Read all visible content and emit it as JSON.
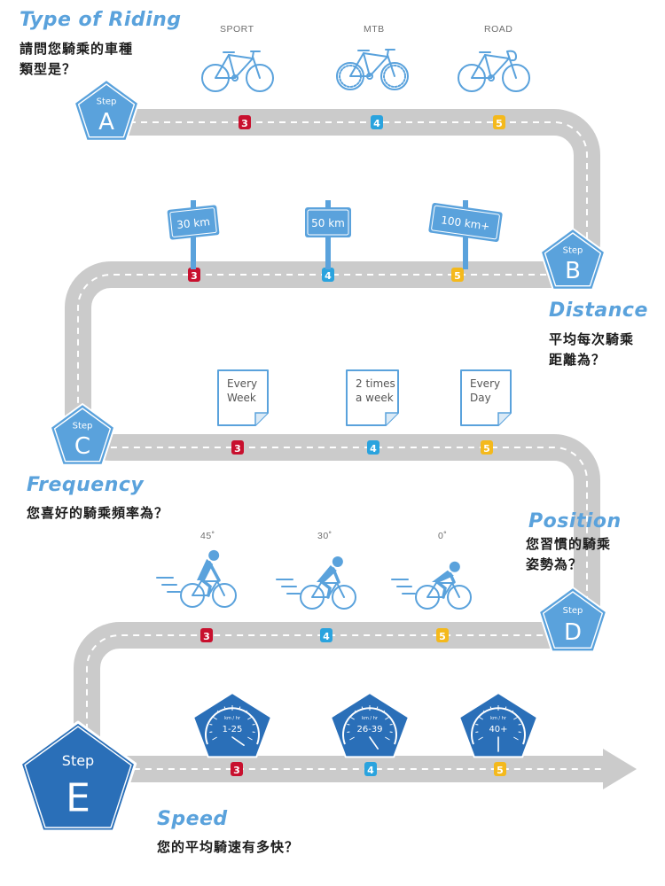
{
  "colors": {
    "accent": "#5aa2dc",
    "badge_navy": "#2a6fb8",
    "road": "#cbcbcb",
    "red_badge": "#c8102e",
    "blue_badge": "#2aa3de",
    "yellow_badge": "#f4b91c",
    "text": "#1c1c1c"
  },
  "steps": [
    {
      "id": "A",
      "step_label": "Step",
      "letter": "A",
      "heading": "Type of Riding",
      "question": [
        "請問您騎乘的車種",
        "類型是？"
      ]
    },
    {
      "id": "B",
      "step_label": "Step",
      "letter": "B",
      "heading": "Distance",
      "question": [
        "平均每次騎乘",
        "距離為？"
      ]
    },
    {
      "id": "C",
      "step_label": "Step",
      "letter": "C",
      "heading": "Frequency",
      "question": [
        "您喜好的騎乘頻率為？"
      ]
    },
    {
      "id": "D",
      "step_label": "Step",
      "letter": "D",
      "heading": "Position",
      "question": [
        "您習慣的騎乘",
        "姿勢為？"
      ]
    },
    {
      "id": "E",
      "step_label": "Step",
      "letter": "E",
      "heading": "Speed",
      "question": [
        "您的平均騎速有多快？"
      ]
    }
  ],
  "rows": {
    "A": {
      "options": [
        {
          "label": "SPORT",
          "icon": "sport-bike-icon"
        },
        {
          "label": "MTB",
          "icon": "mountain-bike-icon"
        },
        {
          "label": "ROAD",
          "icon": "road-bike-icon"
        }
      ],
      "scores": [
        "3",
        "4",
        "5"
      ]
    },
    "B": {
      "options": [
        {
          "label": "30 km",
          "icon": "sign-post-icon"
        },
        {
          "label": "50 km",
          "icon": "sign-post-icon"
        },
        {
          "label": "100 km+",
          "icon": "sign-post-icon"
        }
      ],
      "scores": [
        "3",
        "4",
        "5"
      ]
    },
    "C": {
      "options": [
        {
          "label": [
            "Every",
            "Week"
          ],
          "icon": "note-card-icon"
        },
        {
          "label": [
            "2 times",
            "a week"
          ],
          "icon": "note-card-icon"
        },
        {
          "label": [
            "Every",
            "Day"
          ],
          "icon": "note-card-icon"
        }
      ],
      "scores": [
        "3",
        "4",
        "5"
      ]
    },
    "D": {
      "options": [
        {
          "label": "45˚",
          "icon": "cyclist-upright-icon"
        },
        {
          "label": "30˚",
          "icon": "cyclist-leaning-icon"
        },
        {
          "label": "0˚",
          "icon": "cyclist-aero-icon"
        }
      ],
      "scores": [
        "3",
        "4",
        "5"
      ]
    },
    "E": {
      "options": [
        {
          "unit": "km / hr",
          "label": "1-25",
          "icon": "speedometer-icon",
          "needle": "low"
        },
        {
          "unit": "km / hr",
          "label": "26-39",
          "icon": "speedometer-icon",
          "needle": "mid"
        },
        {
          "unit": "km / hr",
          "label": "40+",
          "icon": "speedometer-icon",
          "needle": "high"
        }
      ],
      "scores": [
        "3",
        "4",
        "5"
      ]
    }
  }
}
